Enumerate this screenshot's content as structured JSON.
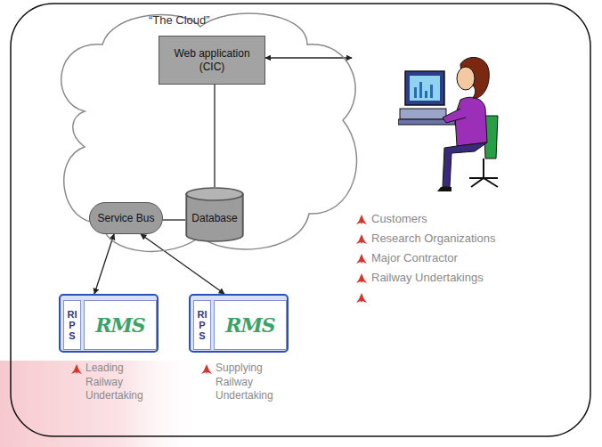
{
  "diagram": {
    "nodes": [
      {
        "text": [
          "“The Cloud”"
        ]
      },
      {
        "text": [
          "Web application (CIC)"
        ],
        "in": 0
      },
      {
        "text": [
          "Service Bus"
        ],
        "in": 0
      },
      {
        "text": [
          "Database"
        ],
        "in": 0
      },
      {
        "text": [
          "RIPS",
          "RMS",
          "Leading Railway Undertaking"
        ]
      },
      {
        "text": [
          "RIPS",
          "RMS",
          "Supplying Railway Undertaking"
        ]
      },
      {
        "text": [
          "Customers",
          "Research Organizations",
          "Major Contractor",
          "Railway Undertakings"
        ]
      }
    ],
    "edges": [
      {
        "from": 1,
        "to": 6,
        "arrow": "both"
      },
      {
        "from": 1,
        "to": 3,
        "arrow": "none"
      },
      {
        "from": 2,
        "to": 3,
        "arrow": "none"
      },
      {
        "from": 2,
        "to": 4,
        "arrow": "both"
      },
      {
        "from": 2,
        "to": 5,
        "arrow": "both"
      }
    ]
  }
}
